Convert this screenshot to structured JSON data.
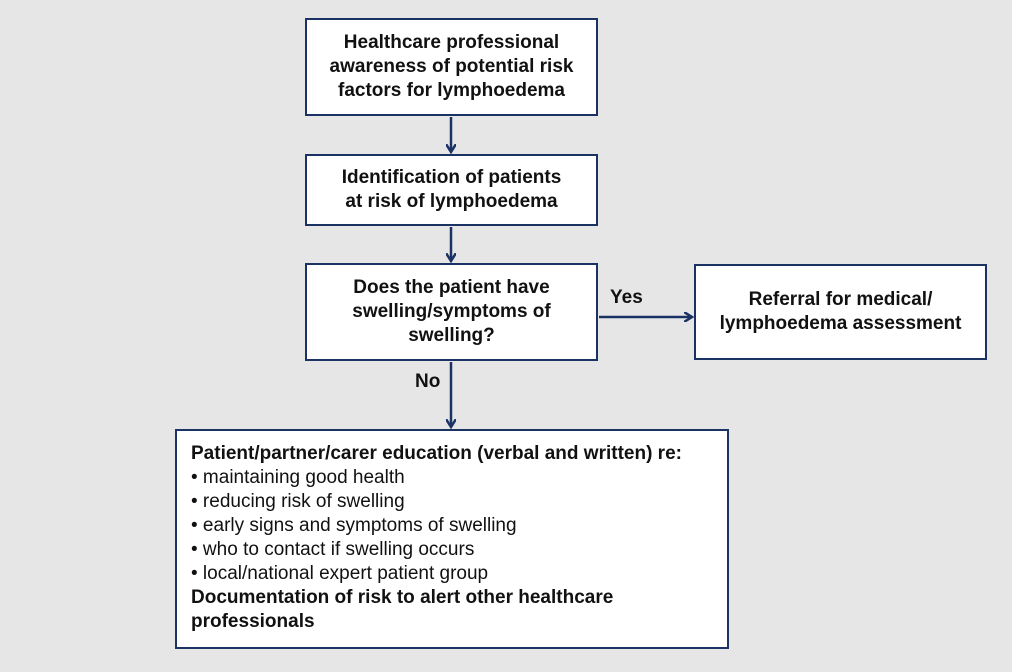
{
  "colors": {
    "background": "#e6e6e6",
    "box_border": "#1a3264",
    "arrow": "#1a3264",
    "text": "#111111"
  },
  "nodes": {
    "awareness": {
      "lines": [
        "Healthcare professional",
        "awareness of potential risk",
        "factors for lymphoedema"
      ]
    },
    "identification": {
      "lines": [
        "Identification of patients",
        "at risk of lymphoedema"
      ]
    },
    "decision": {
      "lines": [
        "Does the patient have",
        "swelling/symptoms of",
        "swelling?"
      ]
    },
    "referral": {
      "lines": [
        "Referral for medical/",
        "lymphoedema assessment"
      ]
    },
    "education": {
      "heading": "Patient/partner/carer education (verbal and written) re:",
      "bullets": [
        "• maintaining good health",
        "• reducing risk of swelling",
        "• early signs and symptoms of swelling",
        "• who to contact if swelling occurs",
        "• local/national expert patient group"
      ],
      "footer_lines": [
        "Documentation of risk to alert other healthcare",
        "professionals"
      ]
    }
  },
  "edges": {
    "yes_label": "Yes",
    "no_label": "No"
  }
}
